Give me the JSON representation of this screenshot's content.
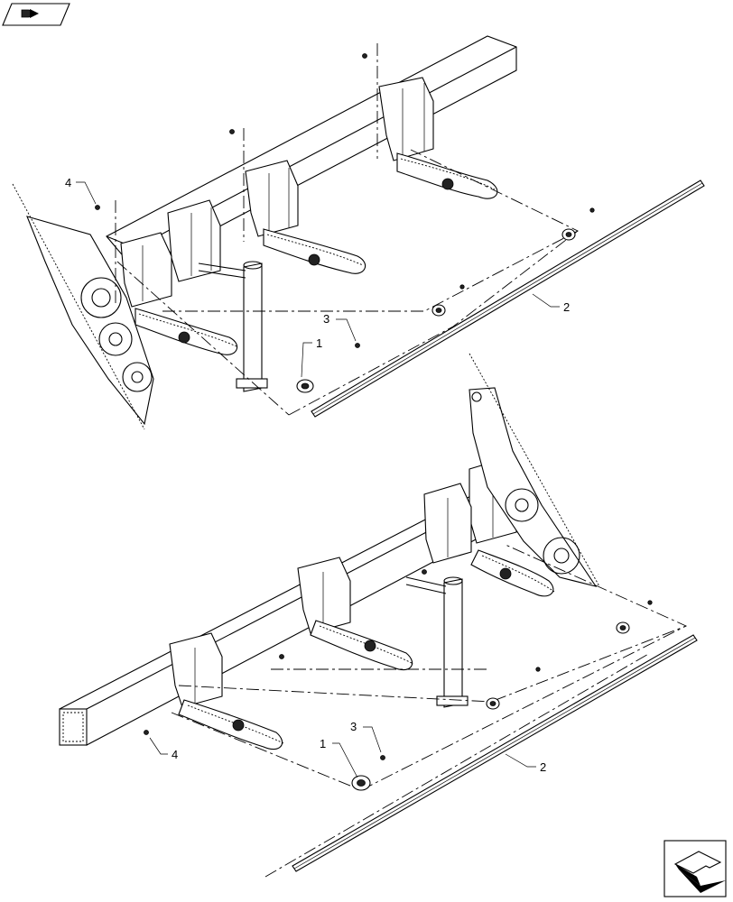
{
  "callouts": {
    "top": {
      "c1": "1",
      "c2": "2",
      "c3": "3",
      "c4": "4"
    },
    "bottom": {
      "c1": "1",
      "c2": "2",
      "c3": "3",
      "c4": "4"
    }
  },
  "icons": {
    "top_left": "book-arrow-icon",
    "bottom_right": "page-arrow-icon"
  },
  "colors": {
    "line": "#000000",
    "background": "#ffffff"
  }
}
